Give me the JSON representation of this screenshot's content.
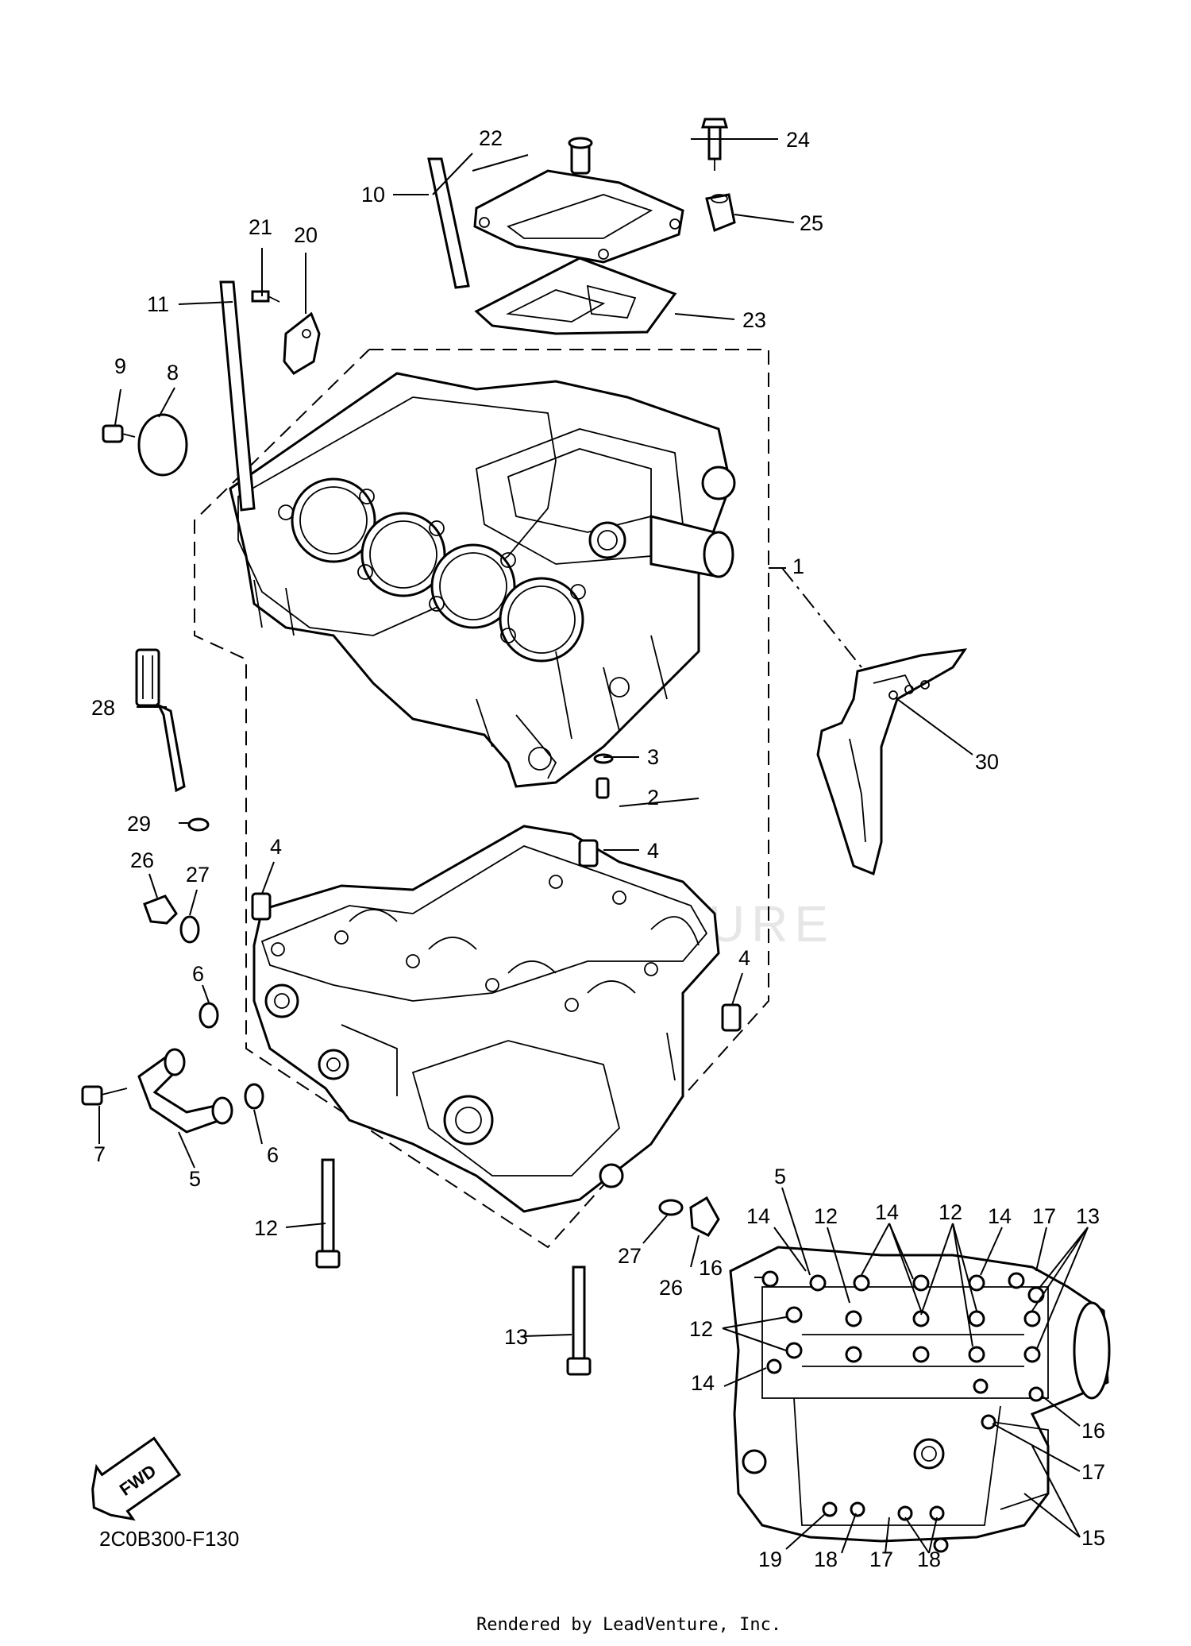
{
  "diagram": {
    "code": "2C0B300-F130",
    "credit": "Rendered by LeadVenture, Inc.",
    "fwd_label": "FWD",
    "watermark": "LEADVENTURE"
  },
  "callouts": [
    {
      "id": "c1",
      "text": "1"
    },
    {
      "id": "c2",
      "text": "2"
    },
    {
      "id": "c3",
      "text": "3"
    },
    {
      "id": "c4a",
      "text": "4"
    },
    {
      "id": "c4b",
      "text": "4"
    },
    {
      "id": "c4c",
      "text": "4"
    },
    {
      "id": "c5",
      "text": "5"
    },
    {
      "id": "c6a",
      "text": "6"
    },
    {
      "id": "c6b",
      "text": "6"
    },
    {
      "id": "c7",
      "text": "7"
    },
    {
      "id": "c8",
      "text": "8"
    },
    {
      "id": "c9",
      "text": "9"
    },
    {
      "id": "c10",
      "text": "10"
    },
    {
      "id": "c11",
      "text": "11"
    },
    {
      "id": "c12",
      "text": "12"
    },
    {
      "id": "c13",
      "text": "13"
    },
    {
      "id": "c20",
      "text": "20"
    },
    {
      "id": "c21",
      "text": "21"
    },
    {
      "id": "c22",
      "text": "22"
    },
    {
      "id": "c23",
      "text": "23"
    },
    {
      "id": "c24",
      "text": "24"
    },
    {
      "id": "c25",
      "text": "25"
    },
    {
      "id": "c26a",
      "text": "26"
    },
    {
      "id": "c26b",
      "text": "26"
    },
    {
      "id": "c27a",
      "text": "27"
    },
    {
      "id": "c27b",
      "text": "27"
    },
    {
      "id": "c28",
      "text": "28"
    },
    {
      "id": "c29",
      "text": "29"
    },
    {
      "id": "c30",
      "text": "30"
    }
  ],
  "inset_callouts": [
    {
      "id": "i5",
      "text": "5"
    },
    {
      "id": "i14a",
      "text": "14"
    },
    {
      "id": "i12a",
      "text": "12"
    },
    {
      "id": "i14b",
      "text": "14"
    },
    {
      "id": "i12b",
      "text": "12"
    },
    {
      "id": "i14c",
      "text": "14"
    },
    {
      "id": "i17a",
      "text": "17"
    },
    {
      "id": "i13",
      "text": "13"
    },
    {
      "id": "i16a",
      "text": "16"
    },
    {
      "id": "i12c",
      "text": "12"
    },
    {
      "id": "i14d",
      "text": "14"
    },
    {
      "id": "i16b",
      "text": "16"
    },
    {
      "id": "i17b",
      "text": "17"
    },
    {
      "id": "i15",
      "text": "15"
    },
    {
      "id": "i19",
      "text": "19"
    },
    {
      "id": "i18a",
      "text": "18"
    },
    {
      "id": "i17c",
      "text": "17"
    },
    {
      "id": "i18b",
      "text": "18"
    }
  ]
}
